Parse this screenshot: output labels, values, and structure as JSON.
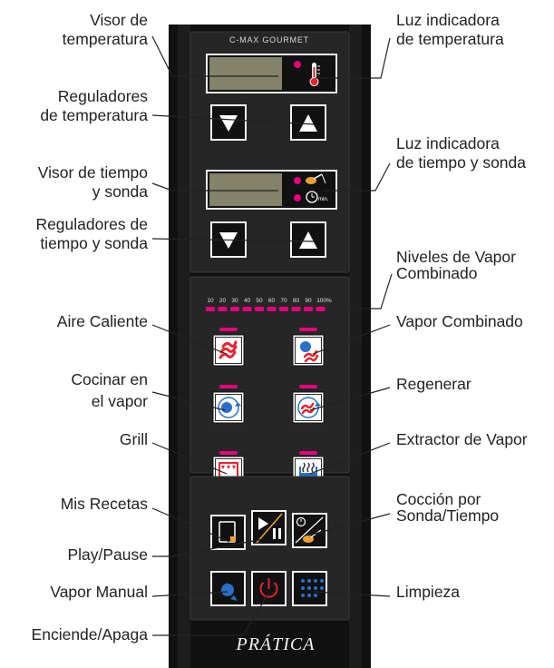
{
  "panel": {
    "model": "C-MAX GOURMET",
    "brand": "PRÁTICA",
    "level_scale": [
      "10",
      "20",
      "30",
      "40",
      "50",
      "60",
      "70",
      "80",
      "90",
      "100%"
    ],
    "temp_icon": "thermometer-icon",
    "time_icons": [
      "probe-icon",
      "timer-icon"
    ],
    "time_unit": "min.",
    "colors": {
      "body": "#111111",
      "panel": "#262626",
      "led": "#e6007e",
      "heat": "#e4232d",
      "steam": "#2a6fc9",
      "border": "#f2f2f2"
    }
  },
  "labels": {
    "temp_display": "Visor de\ntemperatura",
    "temp_light": "Luz indicadora\nde temperatura",
    "temp_regulators": "Reguladores\nde temperatura",
    "time_display": "Visor de tiempo\ny sonda",
    "time_light": "Luz indicadora\nde tiempo y sonda",
    "time_regulators": "Reguladores de\ntiempo y sonda",
    "steam_levels": "Niveles de Vapor\nCombinado",
    "hot_air": "Aire Caliente",
    "combi_steam": "Vapor Combinado",
    "steam_cook": "Cocinar en\nel vapor",
    "regenerate": "Regenerar",
    "grill": "Grill",
    "extractor": "Extractor de Vapor",
    "recipes": "Mis Recetas",
    "probe_time": "Cocción por\nSonda/Tiempo",
    "play_pause": "Play/Pause",
    "manual_steam": "Vapor Manual",
    "cleaning": "Limpieza",
    "power": "Enciende/Apaga"
  }
}
